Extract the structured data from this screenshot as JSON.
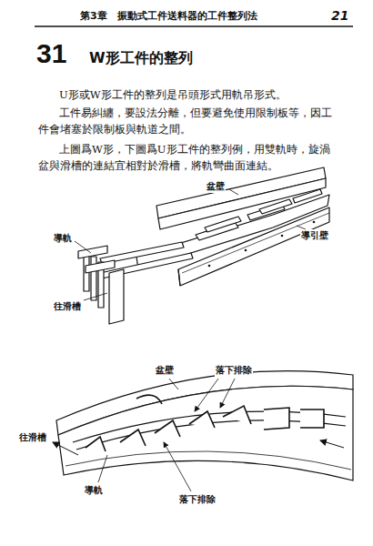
{
  "diagram": {
    "title": "W形工件的整列",
    "labels": [
      "第3章　振動式工件送料器的工件整列法",
      "21",
      "31",
      "U形或W形工件的整列是吊頭形式用軌吊形式。",
      "工件易糾纏，要設法分離，但要避免使用限制板等，因工件會堵塞於限制板與軌道之間。",
      "上圖爲W形，下圖爲U形工件的整列例，用雙軌時，旋渦盆與滑槽的連結宜相對於滑槽，將軌彎曲面連結。",
      "盆壁",
      "導軌",
      "導引壁",
      "往滑槽",
      "盆壁",
      "落下排除",
      "往滑槽",
      "導軌",
      "落下排除"
    ]
  }
}
